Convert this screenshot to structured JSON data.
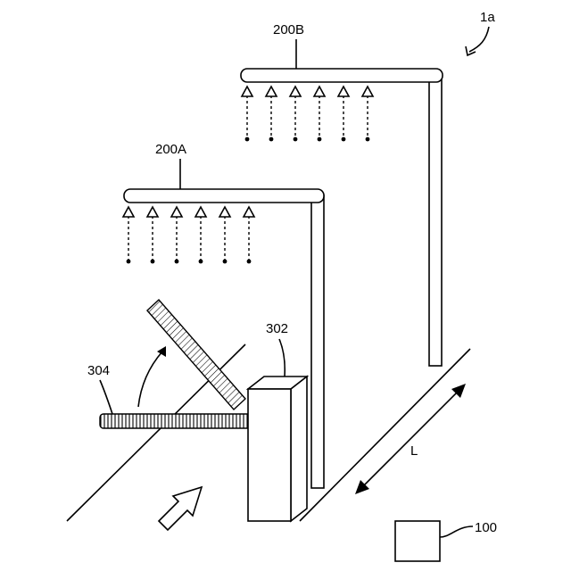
{
  "labels": {
    "figure_ref": "1a",
    "sensor_array_b": "200B",
    "sensor_array_a": "200A",
    "base_unit": "302",
    "arm": "304",
    "direction": "L",
    "controller": "100"
  },
  "colors": {
    "stroke": "#000000",
    "background": "#ffffff"
  }
}
